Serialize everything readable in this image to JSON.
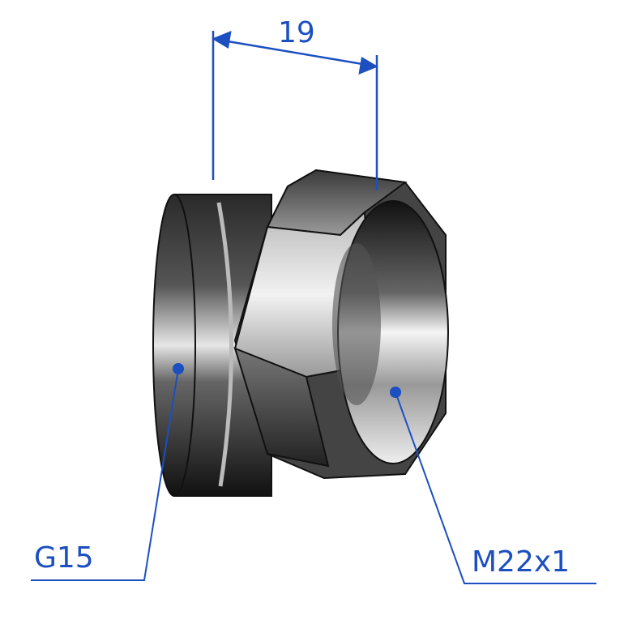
{
  "dimension": {
    "value": "19"
  },
  "labels": {
    "left_thread": "G15",
    "right_thread": "M22x1"
  },
  "colors": {
    "annotation": "#1c4fc0",
    "metal_dark": "#1a1a1a",
    "metal_light": "#e8e8e8"
  }
}
